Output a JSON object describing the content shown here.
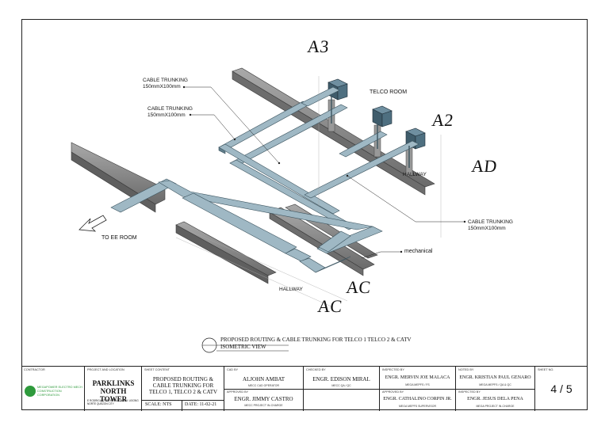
{
  "drawing": {
    "labels": {
      "cable_trunking_1": "CABLE TRUNKING\n150mmX100mm",
      "cable_trunking_2": "CABLE TRUNKING\n150mmX100mm",
      "cable_trunking_3": "CABLE TRUNKING\n150mmX100mm",
      "telco_room": "TELCO ROOM",
      "hallway_1": "HALLWAY",
      "hallway_2": "HALLWAY",
      "to_ee_room": "TO EE ROOM",
      "mechanical": "mechanical"
    },
    "grid_marks": {
      "a3": "A3",
      "a2": "A2",
      "ad": "AD",
      "ac1": "AC",
      "ac2": "AC"
    },
    "title": {
      "line1": "PROPOSED ROUTING & CABLE TRUNKING FOR TELCO 1 TELCO 2 & CATV",
      "line2": "ISOMETRIC VIEW"
    }
  },
  "title_block": {
    "contractor_caption": "CONTRACTOR",
    "company_name": "MEGAPOWER ELECTRO MECH CONSTRUCTION CORPORATION",
    "project_caption": "PROJECT AND LOCATION",
    "project_name": "PARKLINKS NORTH TOWER",
    "project_address": "E RODRIGUEZ JR. AVENUE BRGY. UGONG NORTE QUEZON CITY",
    "sheet_content_caption": "SHEET CONTENT",
    "sheet_content": "PROPOSED ROUTING & CABLE TRUNKING FOR TELCO 1, TELCO 2 & CATV",
    "scale": "SCALE: NTS",
    "date": "DATE: 11-02-21",
    "cad_by_caption": "CAD BY",
    "cad_by": "ALJOHN AMBAT",
    "cad_by_role": "MECC CAD OPERATOR",
    "approved_by_caption": "APPROVED BY",
    "approved_by": "ENGR. JIMMY CASTRO",
    "approved_by_role": "MECC PROJECT IN-CHARGE",
    "checked_by_caption": "CHECKED BY",
    "checked_by": "ENGR. EDISON MIRAL",
    "checked_by_role": "MECC QA / QC",
    "inspected_by_caption": "INSPECTED BY",
    "inspected_by": "ENGR. MERVIN JOE MALACA",
    "inspected_by_role": "MEGA MEPFS / FS",
    "approved_by2_caption": "APPROVED BY",
    "approved_by2": "ENGR. CATHALINO CORPIN JR.",
    "approved_by2_role": "MEGA MEPFS SUPERVISOR",
    "noted_by_caption": "NOTED BY",
    "noted_by": "ENGR. KRISTIAN PAUL GENARO",
    "noted_by_role": "MEGA MEPFS / QA & QC",
    "inspected_by2_caption": "INSPECTED BY",
    "inspected_by2": "ENGR. JESUS DELA PENA",
    "inspected_by2_role": "MEGA PROJECT IN-CHARGE",
    "sheet_no_caption": "SHEET NO.",
    "sheet_no": "4 / 5"
  },
  "colors": {
    "trunking": "#9fb8c4",
    "trunking_dark": "#5f7c8a",
    "beam": "#8a8a8a",
    "beam_dark": "#5a5a5a",
    "equipment": "#4e6f80",
    "logo_green": "#2e9a3c"
  }
}
